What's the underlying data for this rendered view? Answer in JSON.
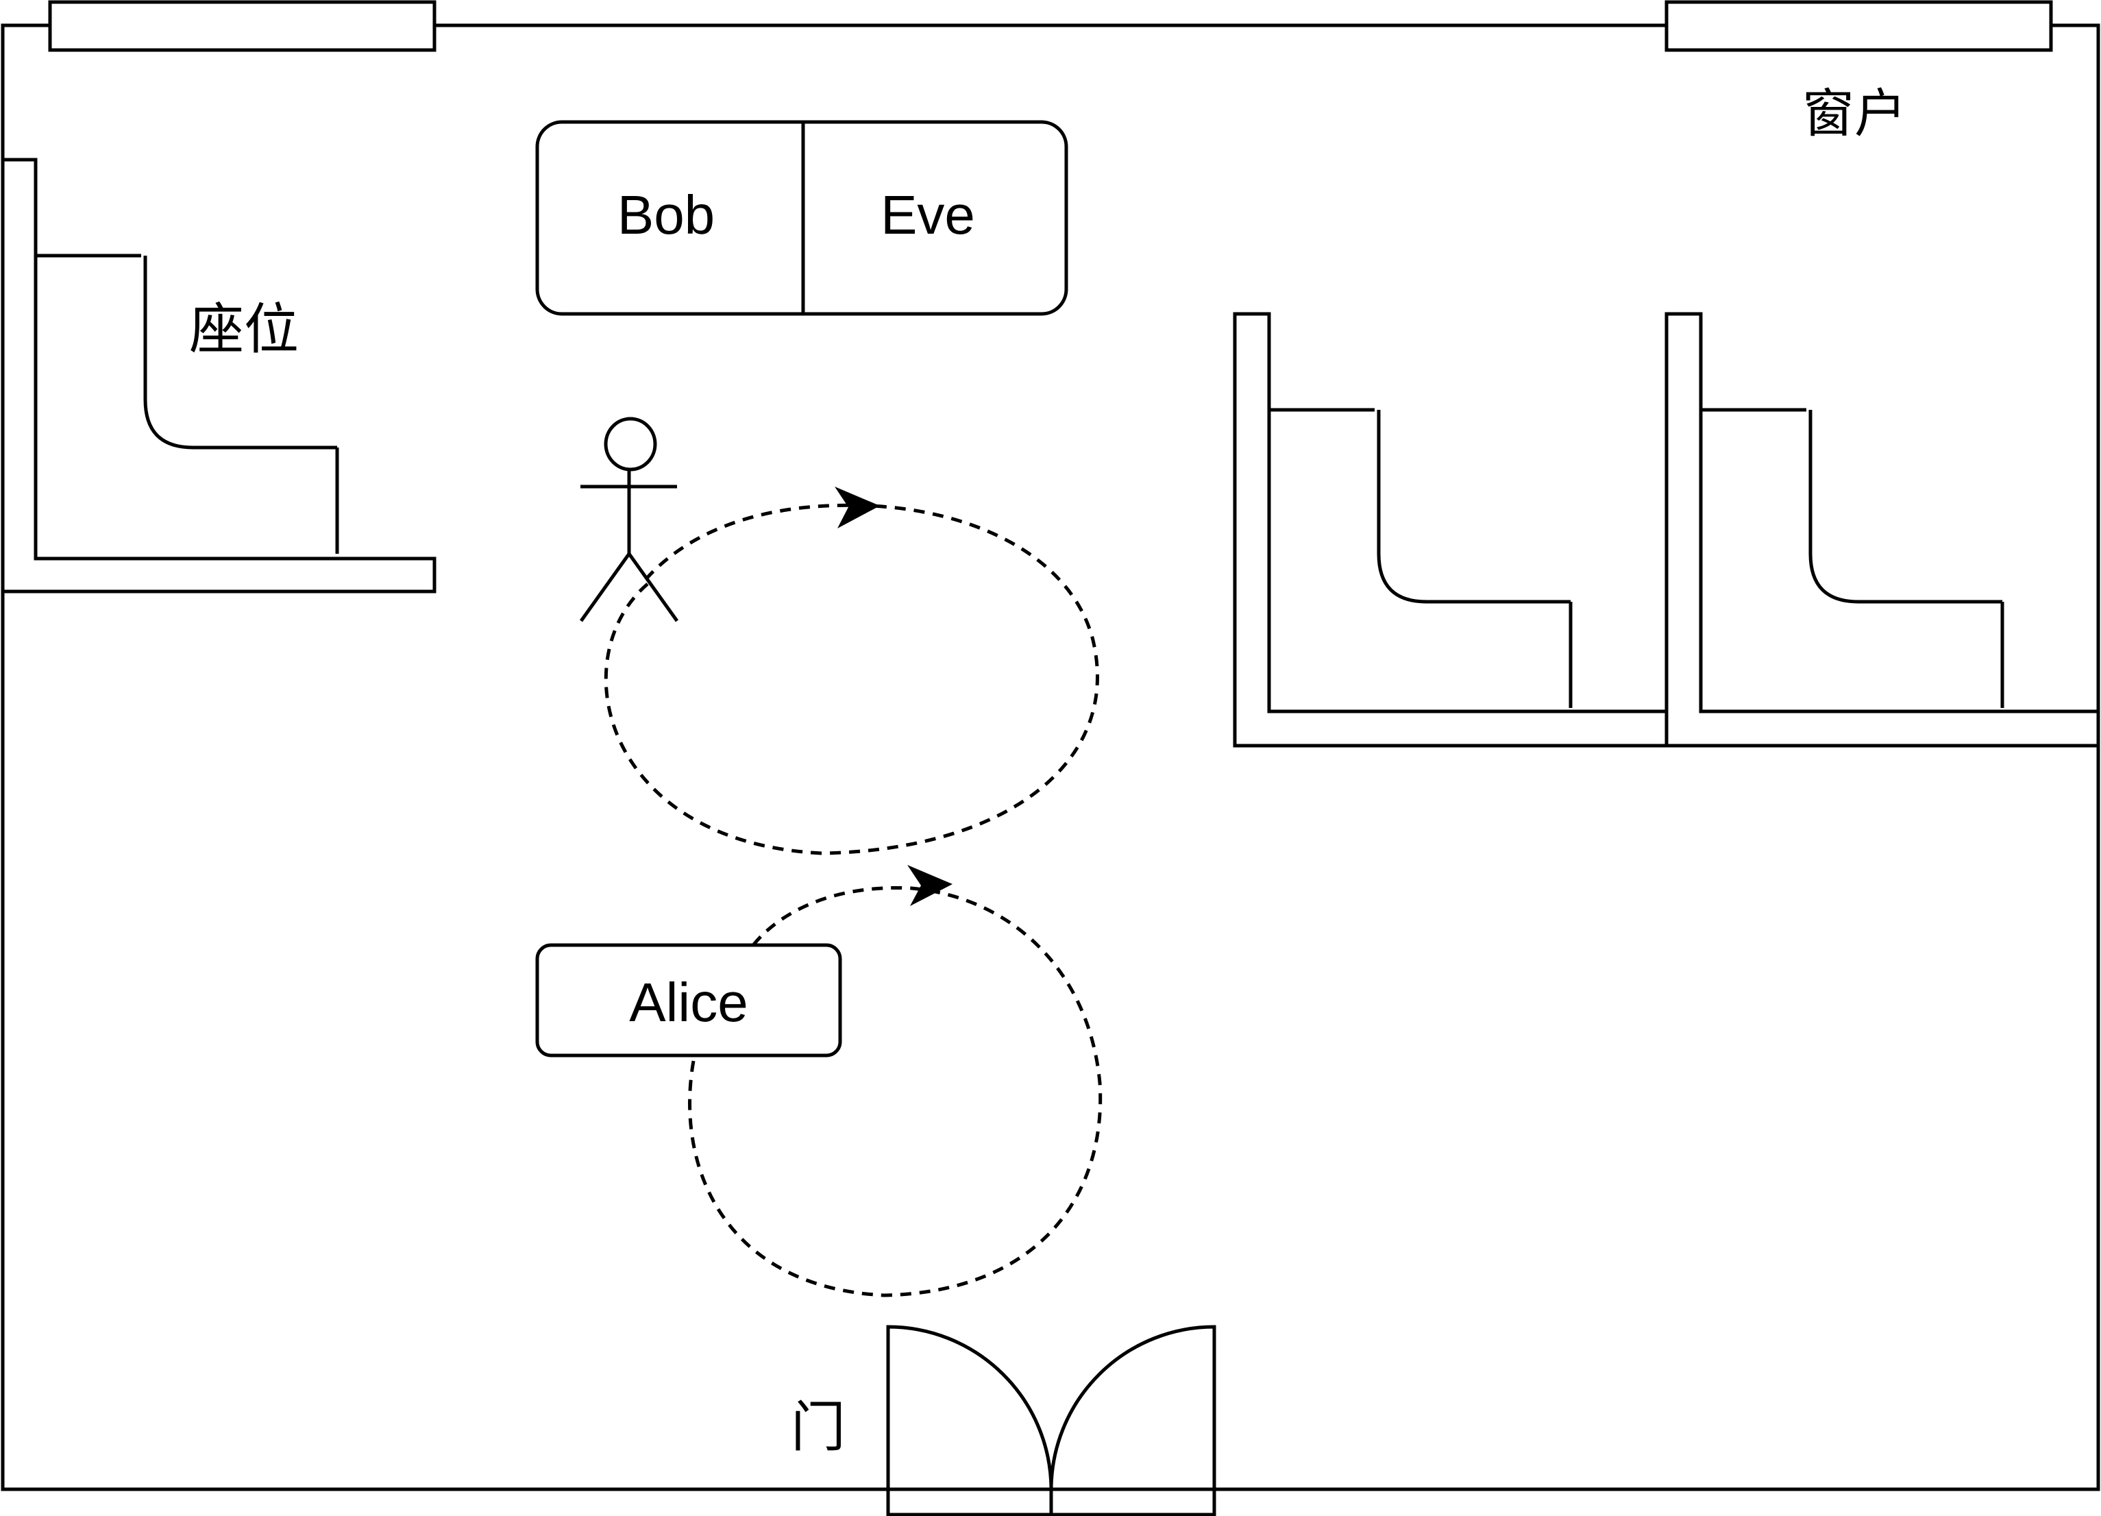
{
  "labels": {
    "window": "窗户",
    "seat": "座位",
    "door": "门",
    "bob": "Bob",
    "eve": "Eve",
    "alice": "Alice"
  },
  "colors": {
    "line": "#000000",
    "background": "#ffffff"
  }
}
